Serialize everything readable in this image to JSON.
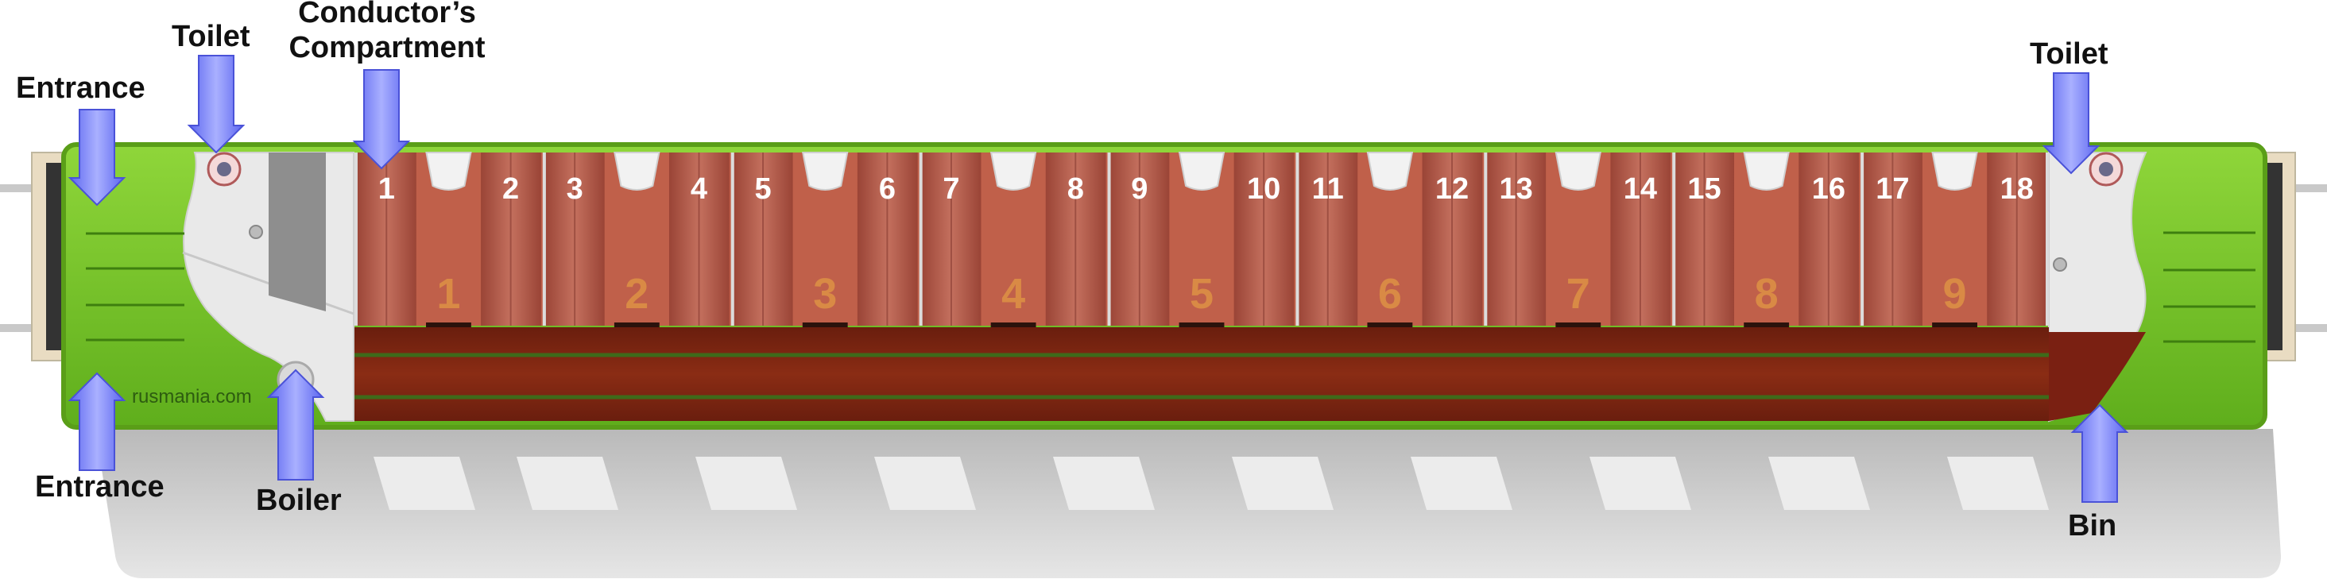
{
  "labels": {
    "entrance_top": "Entrance",
    "entrance_bottom": "Entrance",
    "toilet_left": "Toilet",
    "toilet_right": "Toilet",
    "conductor_line1": "Conductor’s",
    "conductor_line2": "Compartment",
    "boiler": "Boiler",
    "bin": "Bin",
    "watermark": "rusmania.com"
  },
  "berths": [
    "1",
    "2",
    "3",
    "4",
    "5",
    "6",
    "7",
    "8",
    "9",
    "10",
    "11",
    "12",
    "13",
    "14",
    "15",
    "16",
    "17",
    "18"
  ],
  "compartments": [
    "1",
    "2",
    "3",
    "4",
    "5",
    "6",
    "7",
    "8",
    "9"
  ],
  "colors": {
    "car_body": "#7ecc2a",
    "car_body_dark": "#4f9a14",
    "berth": "#c0604a",
    "berth_dark": "#8a3a30",
    "corridor": "#7a2412",
    "compartment_number": "#d98a45",
    "arrow": "#7c86ff",
    "floor_shadow": "#cfcfcf",
    "panel": "#e4e4e4"
  }
}
